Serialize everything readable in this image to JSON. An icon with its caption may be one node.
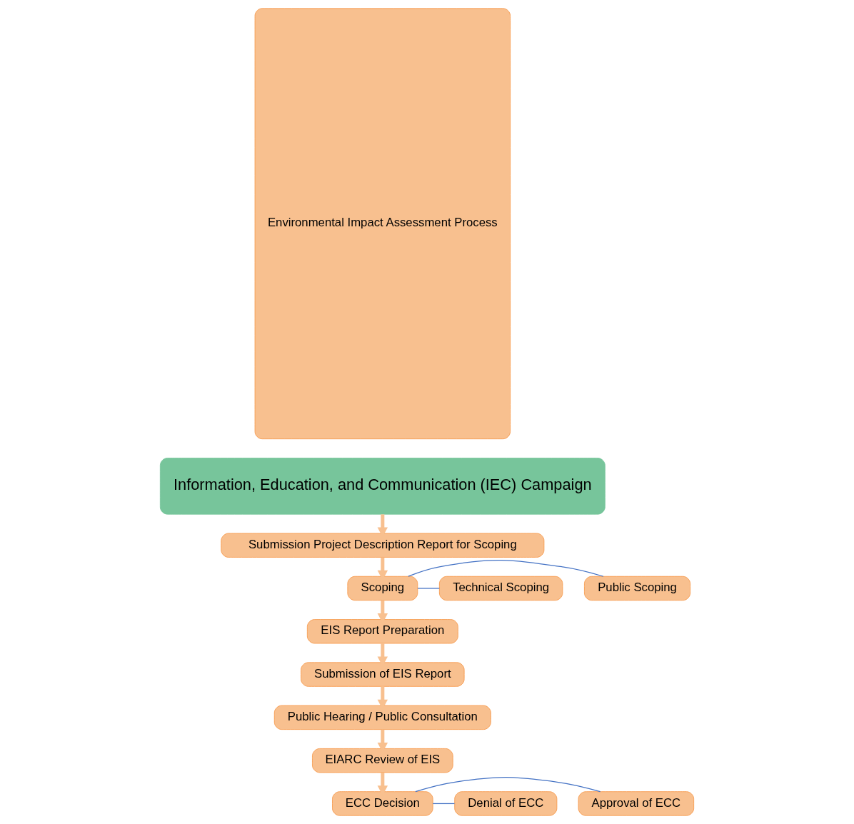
{
  "diagram": {
    "nodes": [
      {
        "text": [
          "Environmental Impact Assessment Process"
        ]
      },
      {
        "text": [
          "Information, Education, and Communication (IEC) Campaign"
        ]
      },
      {
        "text": [
          "Submission Project Description Report for Scoping"
        ]
      },
      {
        "text": [
          "Scoping"
        ]
      },
      {
        "text": [
          "Public Scoping"
        ]
      },
      {
        "text": [
          "Technical Scoping"
        ]
      },
      {
        "text": [
          "EIS Report Preparation"
        ]
      },
      {
        "text": [
          "Submission of EIS Report"
        ]
      },
      {
        "text": [
          "Public Hearing / Public Consultation"
        ]
      },
      {
        "text": [
          "EIARC Review of EIS"
        ]
      },
      {
        "text": [
          "ECC Decision"
        ]
      },
      {
        "text": [
          "Approval of ECC"
        ]
      },
      {
        "text": [
          "Denial of ECC"
        ]
      }
    ],
    "edges": [
      {
        "from": 1,
        "to": 2,
        "arrow": "to"
      },
      {
        "from": 2,
        "to": 3,
        "arrow": "to"
      },
      {
        "from": 3,
        "to": 4,
        "arrow": "none",
        "color": "#4472c4"
      },
      {
        "from": 3,
        "to": 5,
        "arrow": "none",
        "color": "#4472c4"
      },
      {
        "from": 3,
        "to": 6,
        "arrow": "to"
      },
      {
        "from": 6,
        "to": 7,
        "arrow": "to"
      },
      {
        "from": 7,
        "to": 8,
        "arrow": "to"
      },
      {
        "from": 8,
        "to": 9,
        "arrow": "to"
      },
      {
        "from": 9,
        "to": 10,
        "arrow": "to"
      },
      {
        "from": 10,
        "to": 11,
        "arrow": "none",
        "color": "#4472c4"
      },
      {
        "from": 10,
        "to": 12,
        "arrow": "none",
        "color": "#4472c4"
      }
    ]
  }
}
